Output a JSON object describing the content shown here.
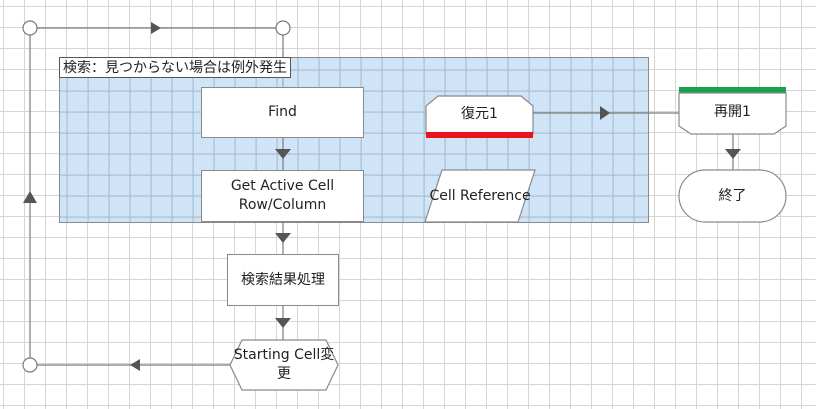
{
  "group": {
    "title": "検索：見つからない場合は例外発生"
  },
  "nodes": {
    "find": "Find",
    "restore": "復元1",
    "resume": "再開1",
    "get_active_cell": "Get Active Cell Row/Column",
    "cell_reference": "Cell Reference",
    "end": "終了",
    "search_result": "検索結果処理",
    "starting_cell": "Starting Cell変更"
  },
  "colors": {
    "group_fill": "#aacdf0",
    "restore_marker": "#e8141b",
    "resume_marker": "#19a04a",
    "connector": "#7a7a7a"
  }
}
